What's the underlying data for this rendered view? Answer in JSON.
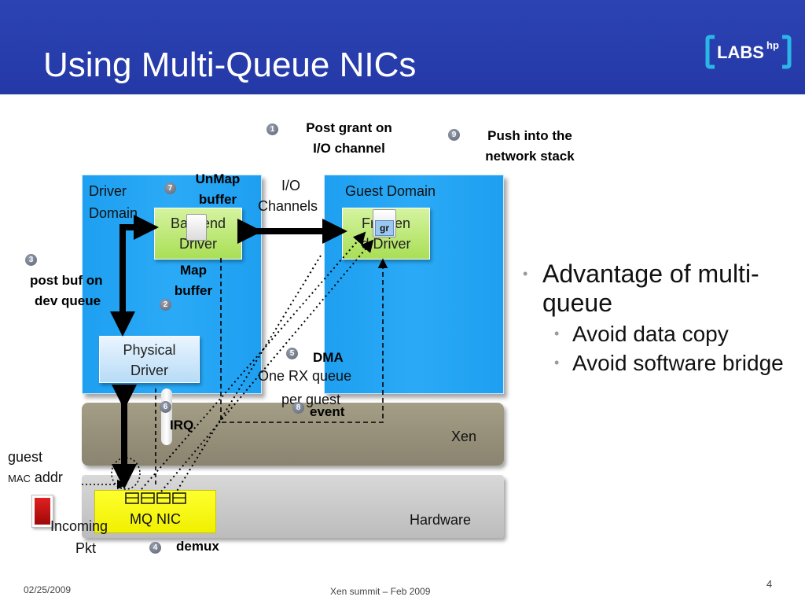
{
  "slide": {
    "title": "Using Multi-Queue NICs",
    "logo_text": "LABS",
    "logo_super": "hp",
    "date": "02/25/2009",
    "footer_center": "Xen summit – Feb 2009",
    "page_number": "4"
  },
  "diagram": {
    "driver_domain_line1": "Driver",
    "driver_domain_line2": "Domain",
    "guest_domain": "Guest Domain",
    "backend_line1": "Backend",
    "backend_line2": "Driver",
    "frontend_line1": "Fronten",
    "frontend_line2": "d Driver",
    "frontend_badge": "gr",
    "physical_line1": "Physical",
    "physical_line2": "Driver",
    "io_line1": "I/O",
    "io_line2": "Channels",
    "rx_line1": "One RX queue",
    "rx_line2": "per guest",
    "xen": "Xen",
    "hardware": "Hardware",
    "nic": "MQ NIC",
    "guest_mac_line1": "guest",
    "guest_mac_small": "MAC",
    "guest_mac_addr": " addr",
    "incoming_line1": "Incoming",
    "incoming_line2": "Pkt"
  },
  "steps": [
    {
      "num": "1",
      "line1": "Post grant on",
      "line2": "I/O channel"
    },
    {
      "num": "2",
      "line1": "Map",
      "line2": "buffer"
    },
    {
      "num": "3",
      "line1": "post buf on",
      "line2": "dev queue"
    },
    {
      "num": "4",
      "line1": "demux"
    },
    {
      "num": "5",
      "line1": "DMA"
    },
    {
      "num": "6",
      "line1": "IRQ"
    },
    {
      "num": "7",
      "line1": "UnMap",
      "line2": "buffer"
    },
    {
      "num": "8",
      "line1": "event"
    },
    {
      "num": "9",
      "line1": "Push into the",
      "line2": "network stack"
    }
  ],
  "bullets": {
    "main": "Advantage of multi-queue",
    "sub1": "Avoid data copy",
    "sub2": "Avoid software bridge"
  },
  "colors": {
    "header": "#2c43b4",
    "domain_blue": "#22a4f2",
    "xen_bar": "#9a947c",
    "hardware_bar": "#c9c9c9",
    "driver_green": "#b8e66c",
    "nic_yellow": "#ffff20",
    "packet_red": "#cc1111"
  }
}
